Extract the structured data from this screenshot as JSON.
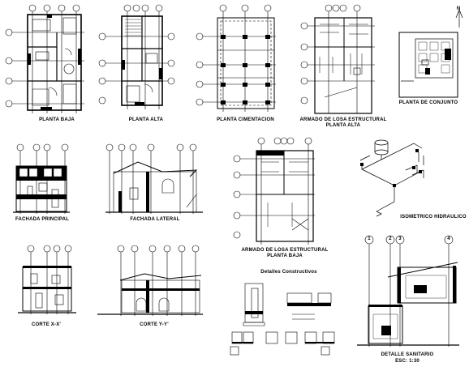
{
  "sheet": {
    "views": [
      {
        "id": "planta-baja",
        "title": "PLANTA BAJA",
        "title2": ""
      },
      {
        "id": "planta-alta",
        "title": "PLANTA ALTA",
        "title2": ""
      },
      {
        "id": "planta-cimentacion",
        "title": "PLANTA CIMENTACION",
        "title2": ""
      },
      {
        "id": "armado-losa-alta",
        "title": "ARMADO DE LOSA ESTRUCTURAL",
        "title2": "PLANTA ALTA"
      },
      {
        "id": "planta-conjunto",
        "title": "PLANTA DE CONJUNTO",
        "title2": ""
      },
      {
        "id": "fachada-principal",
        "title": "FACHADA PRINCIPAL",
        "title2": ""
      },
      {
        "id": "fachada-lateral",
        "title": "FACHADA LATERAL",
        "title2": ""
      },
      {
        "id": "armado-losa-baja",
        "title": "ARMADO DE LOSA ESTRUCTURAL",
        "title2": "PLANTA BAJA"
      },
      {
        "id": "isometrico",
        "title": "ISOMETRICO HIDRAULICO",
        "title2": ""
      },
      {
        "id": "corte-x",
        "title": "CORTE X-X'",
        "title2": ""
      },
      {
        "id": "corte-y",
        "title": "CORTE Y-Y'",
        "title2": ""
      },
      {
        "id": "detalles",
        "title": "Detalles Constructivos",
        "title2": ""
      },
      {
        "id": "detalle-sanitario",
        "title": "DETALLE SANITARIO",
        "title2": "ESC: 1:30"
      }
    ],
    "grid_markers": {
      "numbers": [
        "1",
        "2",
        "3",
        "4"
      ]
    },
    "north_symbol": "N",
    "ink_color": "#000000"
  }
}
